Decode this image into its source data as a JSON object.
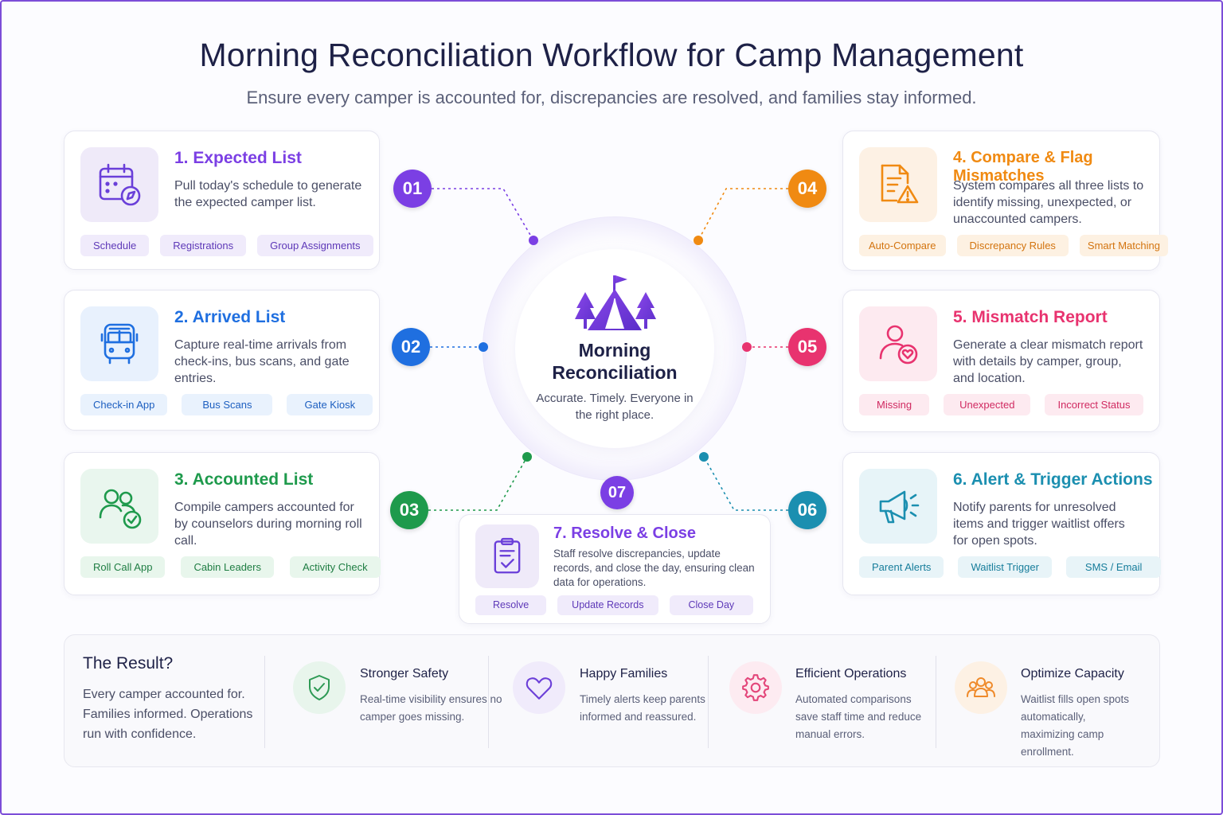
{
  "header": {
    "title": "Morning Reconciliation Workflow for Camp Management",
    "subtitle": "Ensure every camper is accounted for, discrepancies are resolved, and families stay informed."
  },
  "center": {
    "title": "Morning Reconciliation",
    "subtitle": "Accurate. Timely. Everyone in the right place.",
    "icon": "camp-tent-icon"
  },
  "steps": [
    {
      "number": "01",
      "title": "1. Expected List",
      "description": "Pull today's schedule to generate the expected camper list.",
      "icon": "calendar-icon",
      "color": "#7b3fe4",
      "tags": [
        "Schedule",
        "Registrations",
        "Group Assignments"
      ]
    },
    {
      "number": "02",
      "title": "2. Arrived List",
      "description": "Capture real-time arrivals from check-ins, bus scans, and gate entries.",
      "icon": "bus-icon",
      "color": "#1f6fe0",
      "tags": [
        "Check-in App",
        "Bus Scans",
        "Gate Kiosk"
      ]
    },
    {
      "number": "03",
      "title": "3. Accounted List",
      "description": "Compile campers accounted for by counselors during morning roll call.",
      "icon": "users-check-icon",
      "color": "#1e9a4c",
      "tags": [
        "Roll Call App",
        "Cabin Leaders",
        "Activity Check"
      ]
    },
    {
      "number": "04",
      "title": "4. Compare & Flag Mismatches",
      "description": "System compares all three lists to identify missing, unexpected, or unaccounted campers.",
      "icon": "document-warning-icon",
      "color": "#f08a12",
      "tags": [
        "Auto-Compare",
        "Discrepancy Rules",
        "Smart Matching"
      ]
    },
    {
      "number": "05",
      "title": "5. Mismatch Report",
      "description": "Generate a clear mismatch report with details by camper, group, and location.",
      "icon": "user-heart-icon",
      "color": "#e8336f",
      "tags": [
        "Missing",
        "Unexpected",
        "Incorrect Status"
      ]
    },
    {
      "number": "06",
      "title": "6. Alert & Trigger Actions",
      "description": "Notify parents for unresolved items and trigger waitlist offers for open spots.",
      "icon": "megaphone-icon",
      "color": "#1b8fb0",
      "tags": [
        "Parent Alerts",
        "Waitlist Trigger",
        "SMS / Email"
      ]
    },
    {
      "number": "07",
      "title": "7. Resolve & Close",
      "description": "Staff resolve discrepancies, update records, and close the day, ensuring clean data for operations.",
      "icon": "clipboard-check-icon",
      "color": "#7b3fe4",
      "tags": [
        "Resolve",
        "Update Records",
        "Close Day"
      ]
    }
  ],
  "result": {
    "title": "The Result?",
    "description": "Every camper accounted for. Families informed. Operations run with confidence.",
    "benefits": [
      {
        "title": "Stronger Safety",
        "description": "Real-time visibility ensures no camper goes missing.",
        "icon": "shield-check-icon",
        "color": "#2e9a55"
      },
      {
        "title": "Happy Families",
        "description": "Timely alerts keep parents informed and reassured.",
        "icon": "heart-icon",
        "color": "#6b3fd8"
      },
      {
        "title": "Efficient Operations",
        "description": "Automated comparisons save staff time and reduce manual errors.",
        "icon": "gear-icon",
        "color": "#e3467a"
      },
      {
        "title": "Optimize Capacity",
        "description": "Waitlist fills open spots automatically, maximizing camp enrollment.",
        "icon": "group-icon",
        "color": "#ef8a2a"
      }
    ]
  }
}
